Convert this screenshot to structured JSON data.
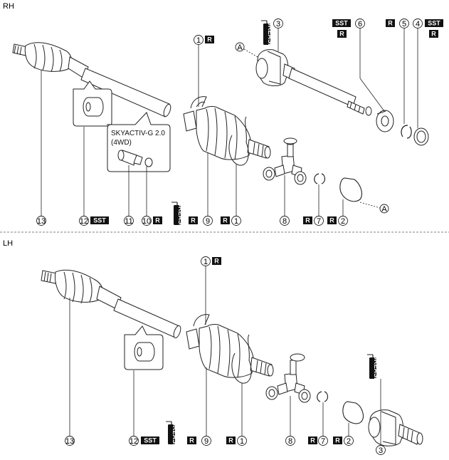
{
  "sections": {
    "rh": {
      "label": "RH"
    },
    "lh": {
      "label": "LH"
    }
  },
  "badges": {
    "r": "R",
    "sst": "SST"
  },
  "grease_label": "GREASE",
  "ref_a": "A",
  "variant_note": {
    "line1": "SKYACTIV-G 2.0",
    "line2": "(4WD)"
  },
  "callouts": {
    "c1": "1",
    "c2": "2",
    "c3": "3",
    "c4": "4",
    "c5": "5",
    "c6": "6",
    "c7": "7",
    "c8": "8",
    "c9": "9",
    "c10": "10",
    "c11": "11",
    "c12": "12",
    "c13": "13"
  }
}
